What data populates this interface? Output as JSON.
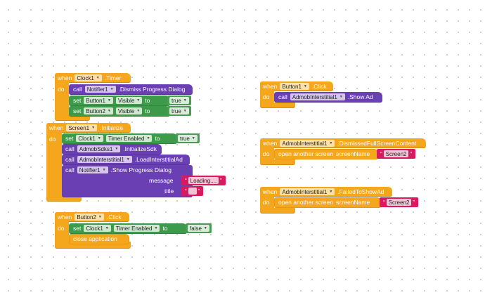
{
  "blocks": {
    "clock_timer": {
      "when": "when",
      "component": "Clock1",
      "event": ".Timer",
      "do": "do",
      "call1": {
        "keyword": "call",
        "component": "Notifier1",
        "method": ".Dismiss Progress Dialog"
      },
      "set1": {
        "keyword": "set",
        "component": "Button1",
        "property": "Visible",
        "to": "to",
        "value": "true"
      },
      "set2": {
        "keyword": "set",
        "component": "Button2",
        "property": "Visible",
        "to": "to",
        "value": "true"
      }
    },
    "screen_init": {
      "when": "when",
      "component": "Screen1",
      "event": ".Initialize",
      "do": "do",
      "set1": {
        "keyword": "set",
        "component": "Clock1",
        "property": "Timer Enabled",
        "to": "to",
        "value": "true"
      },
      "call1": {
        "keyword": "call",
        "component": "AdmobSdks1",
        "method": ".InitializeSdk"
      },
      "call2": {
        "keyword": "call",
        "component": "AdmobInterstitial1",
        "method": ".LoadInterstitialAd"
      },
      "call3": {
        "keyword": "call",
        "component": "Notifier1",
        "method": ".Show Progress Dialog",
        "message_label": "message",
        "message_value": "Loading....",
        "title_label": "title",
        "title_value": ""
      }
    },
    "button2_click": {
      "when": "when",
      "component": "Button2",
      "event": ".Click",
      "do": "do",
      "set1": {
        "keyword": "set",
        "component": "Clock1",
        "property": "Timer Enabled",
        "to": "to",
        "value": "false"
      },
      "close": "close application"
    },
    "button1_click": {
      "when": "when",
      "component": "Button1",
      "event": ".Click",
      "do": "do",
      "call1": {
        "keyword": "call",
        "component": "AdmobInterstitial1",
        "method": ".Show Ad"
      }
    },
    "dismissed": {
      "when": "when",
      "component": "AdmobInterstitial1",
      "event": ".DismissedFullScreenContent",
      "do": "do",
      "action": "open another screen",
      "param": "screenName",
      "value": "Screen2"
    },
    "failed": {
      "when": "when",
      "component": "AdmobInterstitial1",
      "event": ".FailedToShowAd",
      "do": "do",
      "action": "open another screen",
      "param": "screenName",
      "value": "Screen2"
    }
  },
  "icons": {
    "dropdown": "▼",
    "quote_open": "“",
    "quote_close": "”"
  },
  "colors": {
    "event": "#f4a71d",
    "procedure": "#6a3fb4",
    "setter": "#3e9a4b",
    "logic": "#4c9b55",
    "text": "#d81b60",
    "grid_dot": "#c9c9c9"
  }
}
